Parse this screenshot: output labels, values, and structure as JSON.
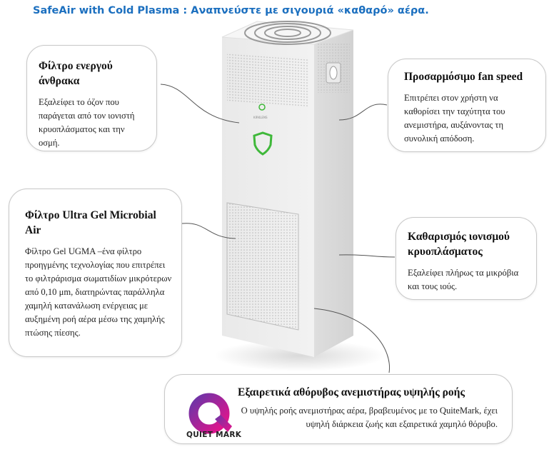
{
  "title": "SafeAir with Cold Plasma : Αναπνεύστε με σιγουριά «καθαρό» αέρα.",
  "features": [
    {
      "heading": "Φίλτρο ενεργού άνθρακα",
      "text": "Εξαλείφει το όζον που παράγεται από τον ιονιστή κρυοπλάσματος και την οσμή."
    },
    {
      "heading": "Προσαρμόσιμο fan speed",
      "text": "Επιτρέπει στον χρήστη να καθορίσει την ταχύτητα του ανεμιστήρα, αυξάνοντας τη συνολική απόδοση."
    },
    {
      "heading": "Φίλτρο Ultra Gel Microbial Air",
      "text": "Φίλτρο Gel UGMA –ένα φίλτρο προηγμένης τεχνολογίας που επιτρέπει το φιλτράρισμα σωματιδίων μικρότερων από 0,10 μm, διατηρώντας παράλληλα χαμηλή κατανάλωση ενέργειας με αυξημένη ροή αέρα μέσω της χαμηλής πτώσης πίεσης."
    },
    {
      "heading": "Καθαρισμός ιονισμού κρυοπλάσματος",
      "text": "Εξαλείφει πλήρως τα μικρόβια και τους ιούς."
    },
    {
      "heading": "Εξαιρετικά αθόρυβος ανεμιστήρας υψηλής ροής",
      "text": "Ο υψηλής ροής ανεμιστήρας αέρα, βραβευμένος με το QuiteMark, έχει υψηλή διάρκεια ζωής και εξαιρετικά χαμηλό θόρυβο."
    }
  ],
  "logo": {
    "text": "QUIET MARK"
  },
  "product": {
    "brand": "KIRKLENS"
  },
  "colors": {
    "title": "#1b6fbf",
    "shield": "#3fb83a",
    "logo_start": "#6a35a8",
    "logo_end": "#e8128a"
  }
}
